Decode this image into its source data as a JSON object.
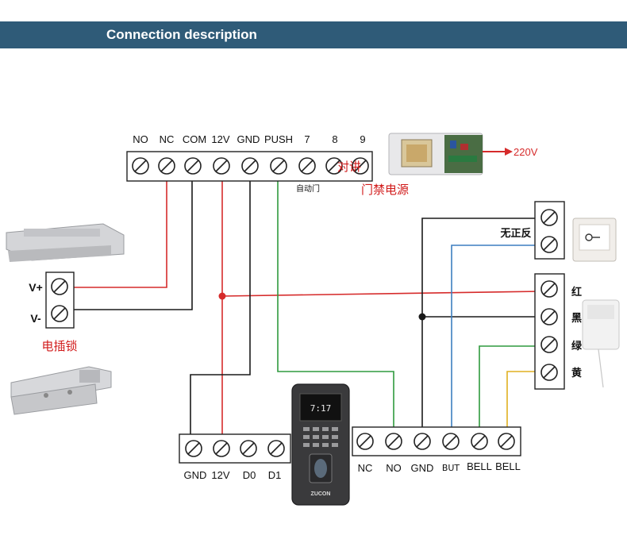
{
  "header": {
    "title": "Connection description"
  },
  "colors": {
    "header_bg": "#2f5b78",
    "wire_red": "#d62b2b",
    "wire_black": "#1a1a1a",
    "wire_green": "#2f9a3e",
    "wire_blue": "#3d7fc0",
    "wire_yellow": "#e0b020",
    "accent_red": "#d11a1a"
  },
  "power_supply": {
    "terminals": [
      "NO",
      "NC",
      "COM",
      "12V",
      "GND",
      "PUSH",
      "7",
      "8",
      "9"
    ],
    "auto_door_label": "自动门",
    "intercom_label": "对讲",
    "name": "门禁电源",
    "mains_label": "220V"
  },
  "lock": {
    "terminals": [
      "V+",
      "V-"
    ],
    "name": "电插锁"
  },
  "exit_button": {
    "terminal_label": "无正反"
  },
  "doorbell": {
    "wire_labels": [
      "红",
      "黑",
      "绿",
      "黄"
    ]
  },
  "reader_left": {
    "terminals": [
      "GND",
      "12V",
      "D0",
      "D1"
    ]
  },
  "reader_right": {
    "terminals": [
      "NC",
      "NO",
      "GND",
      "BUT",
      "BELL",
      "BELL"
    ]
  },
  "device": {
    "display_time": "7:17",
    "brand": "ZUCON"
  }
}
